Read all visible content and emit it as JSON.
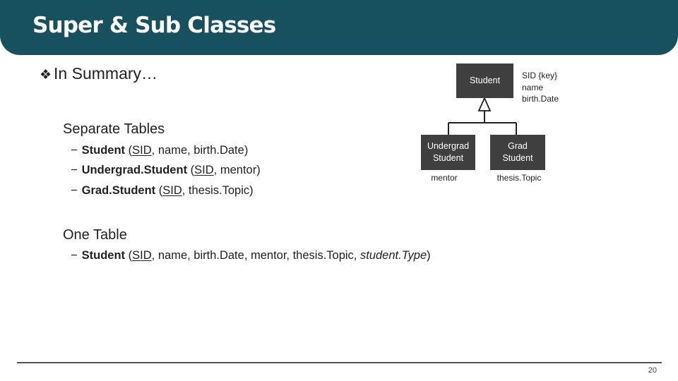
{
  "slide": {
    "title": "Super & Sub Classes",
    "summary": "In Summary…",
    "separate_heading": "Separate Tables",
    "separate_items": [
      {
        "name": "Student",
        "open": " (",
        "key": "SID",
        "rest": ", name, birth.Date)"
      },
      {
        "name": "Undergrad.Student",
        "open": " (",
        "key": "SID",
        "rest": ", mentor)"
      },
      {
        "name": "Grad.Student",
        "open": " (",
        "key": "SID",
        "rest": ", thesis.Topic)"
      }
    ],
    "one_heading": "One Table",
    "one_item": {
      "name": "Student",
      "open": " (",
      "key": "SID",
      "rest": ", name, birth.Date, mentor, thesis.Topic, ",
      "italic": "student.Type",
      "close": ")"
    },
    "page_number": "20"
  },
  "diagram": {
    "superclass": {
      "label": "Student",
      "attrs": [
        "SID {key}",
        "name",
        "birth.Date"
      ]
    },
    "subclasses": [
      {
        "label": [
          "Undergrad",
          "Student"
        ],
        "attrs": [
          "mentor"
        ]
      },
      {
        "label": [
          "Grad",
          "Student"
        ],
        "attrs": [
          "thesis.Topic"
        ]
      }
    ]
  },
  "colors": {
    "title_bar": "#17505f",
    "box": "#3f3f3f"
  }
}
